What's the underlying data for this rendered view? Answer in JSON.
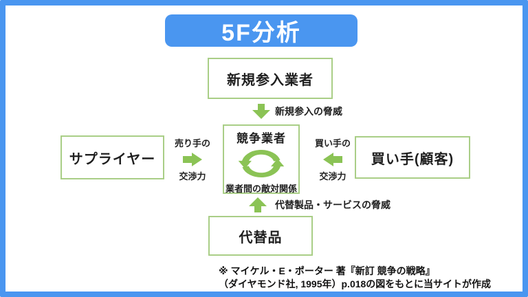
{
  "title": {
    "label": "5F分析"
  },
  "boxes": {
    "new_entrants": {
      "label": "新規参入業者"
    },
    "suppliers": {
      "label": "サプライヤー"
    },
    "buyers": {
      "label": "買い手(顧客)"
    },
    "substitutes": {
      "label": "代替品"
    },
    "competitors": {
      "title": "競争業者",
      "caption": "業者間の敵対関係"
    }
  },
  "forces": {
    "new_entrants_threat": {
      "label": "新規参入の脅威"
    },
    "supplier_power": {
      "line1": "売り手の",
      "line2": "交渉力"
    },
    "buyer_power": {
      "line1": "買い手の",
      "line2": "交渉力"
    },
    "substitutes_threat": {
      "label": "代替製品・サービスの脅威"
    }
  },
  "attribution": {
    "line1": "※ マイケル・E・ポーター 著『新訂 競争の戦略』",
    "line2": "（ダイヤモンド社, 1995年）p.018の図をもとに当サイトが作成"
  },
  "colors": {
    "frame_blue": "#4a96f0",
    "box_border_green": "#a9ce86",
    "arrow_green": "#8bc355",
    "text": "#1f1f1f",
    "title_text": "#ffffff"
  }
}
